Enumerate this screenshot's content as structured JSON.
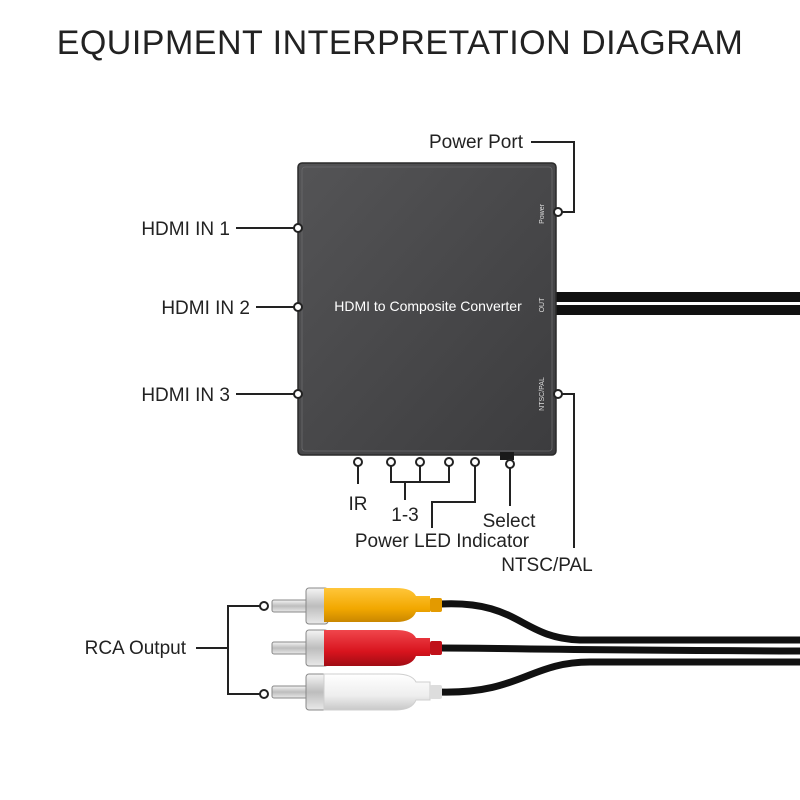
{
  "title": "EQUIPMENT INTERPRETATION DIAGRAM",
  "device": {
    "name": "HDMI to Composite Converter",
    "side_labels": {
      "power": "Power",
      "out": "OUT",
      "ntsc_pal": "NTSC/PAL"
    }
  },
  "labels": {
    "power_port": "Power Port",
    "hdmi_in_1": "HDMI IN 1",
    "hdmi_in_2": "HDMI IN 2",
    "hdmi_in_3": "HDMI IN 3",
    "ir": "IR",
    "one_to_three": "1-3",
    "select": "Select",
    "power_led": "Power LED Indicator",
    "ntsc_pal": "NTSC/PAL",
    "rca_output": "RCA Output"
  },
  "colors": {
    "device_body": "#4a4a4c",
    "rca_yellow": "#f2a800",
    "rca_red": "#d8141e",
    "rca_white": "#f2f2f2",
    "cable": "#111111"
  }
}
